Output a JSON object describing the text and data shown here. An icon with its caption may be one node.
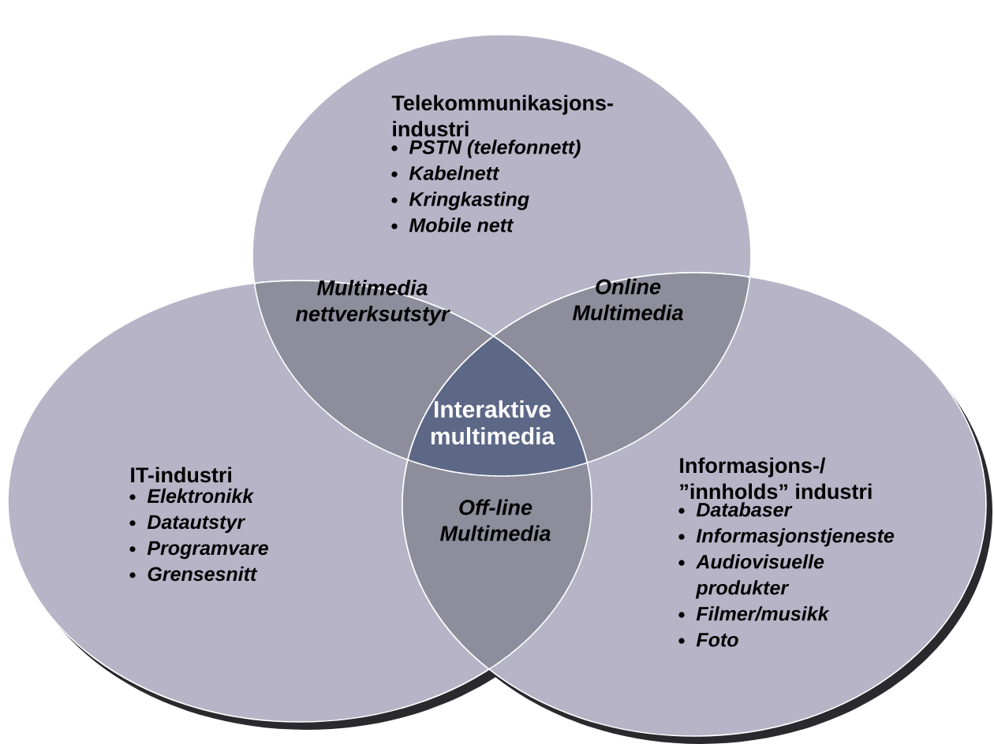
{
  "diagram": {
    "nodes": [
      {
        "text": [
          "Telekommunikasjons- industri",
          "PSTN (telefonnett)",
          "Kabelnett",
          "Kringkasting",
          "Mobile nett"
        ]
      },
      {
        "text": [
          "IT-industri",
          "Elektronikk",
          "Datautstyr",
          "Programvare",
          "Grensesnitt"
        ]
      },
      {
        "text": [
          "Informasjons-/ ”innholds” industri",
          "Databaser",
          "Informasjonstjeneste",
          "Audiovisuelle produkter",
          "Filmer/musikk",
          "Foto"
        ]
      },
      {
        "text": [
          "Multimedia nettverksutstyr"
        ]
      },
      {
        "text": [
          "Online Multimedia"
        ]
      },
      {
        "text": [
          "Interaktive multimedia"
        ]
      },
      {
        "text": [
          "Off-line Multimedia"
        ]
      }
    ]
  }
}
